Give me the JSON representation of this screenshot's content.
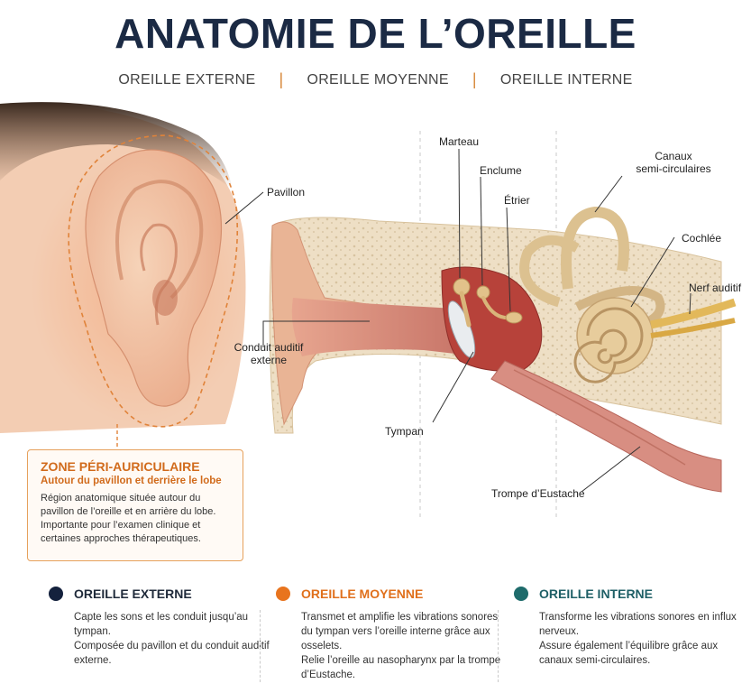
{
  "title": "ANATOMIE DE L’OREILLE",
  "subnav": [
    "OREILLE EXTERNE",
    "OREILLE MOYENNE",
    "OREILLE INTERNE"
  ],
  "labels": {
    "pavillon": "Pavillon",
    "marteau": "Marteau",
    "enclume": "Enclume",
    "etrier": "Étrier",
    "canaux": "Canaux\nsemi-circulaires",
    "cochlee": "Cochlée",
    "nerf": "Nerf auditif",
    "conduit": "Conduit auditif\nexterne",
    "tympan": "Tympan",
    "trompe": "Trompe d’Eustache"
  },
  "zone": {
    "title": "ZONE PÉRI-AURICULAIRE",
    "subtitle": "Autour du pavillon et derrière le lobe",
    "description": "Région anatomique située autour du pavillon de l’oreille et en arrière du lobe.\nImportante pour l’examen clinique et certaines approches thérapeutiques."
  },
  "sections": [
    {
      "title": "OREILLE EXTERNE",
      "color": "#14213d",
      "text": "Capte les sons et les conduit jusqu’au tympan.\nComposée du pavillon et du conduit auditif externe."
    },
    {
      "title": "OREILLE MOYENNE",
      "color": "#e8741e",
      "text": "Transmet et amplifie les vibrations sonores du tympan vers l’oreille interne grâce aux osselets.\nRelie l’oreille au nasopharynx par la trompe d’Eustache."
    },
    {
      "title": "OREILLE INTERNE",
      "color": "#1e6b6b",
      "text": "Transforme les vibrations sonores en influx nerveux.\nAssure également l’équilibre grâce aux canaux semi-circulaires."
    }
  ],
  "colors": {
    "accent": "#d16b1c",
    "navy": "#1b2a44",
    "skin": "#f1c4a4",
    "bone": "#e9d7b6",
    "canal": "#d98c78"
  }
}
